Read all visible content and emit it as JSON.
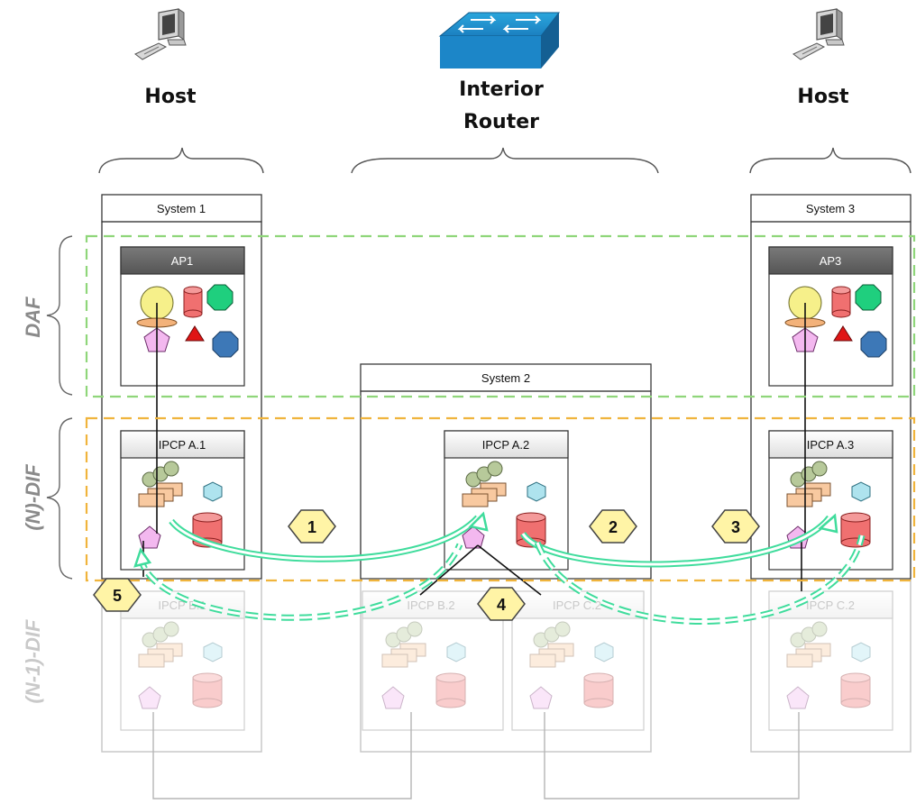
{
  "hosts": {
    "left": "Host",
    "center_line1": "Interior",
    "center_line2": "Router",
    "right": "Host"
  },
  "systems": {
    "s1": "System 1",
    "s2": "System 2",
    "s3": "System 3"
  },
  "aps": {
    "ap1": "AP1",
    "ap3": "AP3"
  },
  "ipcps": {
    "a1": "IPCP A.1",
    "a2": "IPCP A.2",
    "a3": "IPCP A.3",
    "b1": "IPCP B.1",
    "b2": "IPCP B.2",
    "c2_mid": "IPCP C.2",
    "c2_right": "IPCP C.2"
  },
  "layers": {
    "daf": "DAF",
    "ndif": "(N)-DIF",
    "n1dif": "(N-1)-DIF"
  },
  "markers": [
    "1",
    "2",
    "3",
    "4",
    "5"
  ],
  "colors": {
    "daf_border": "#8fd67a",
    "dif_border": "#f0b43c",
    "flow": "#3fdc9c",
    "ap_header": "#666666",
    "marker_fill": "#fff4a6"
  }
}
